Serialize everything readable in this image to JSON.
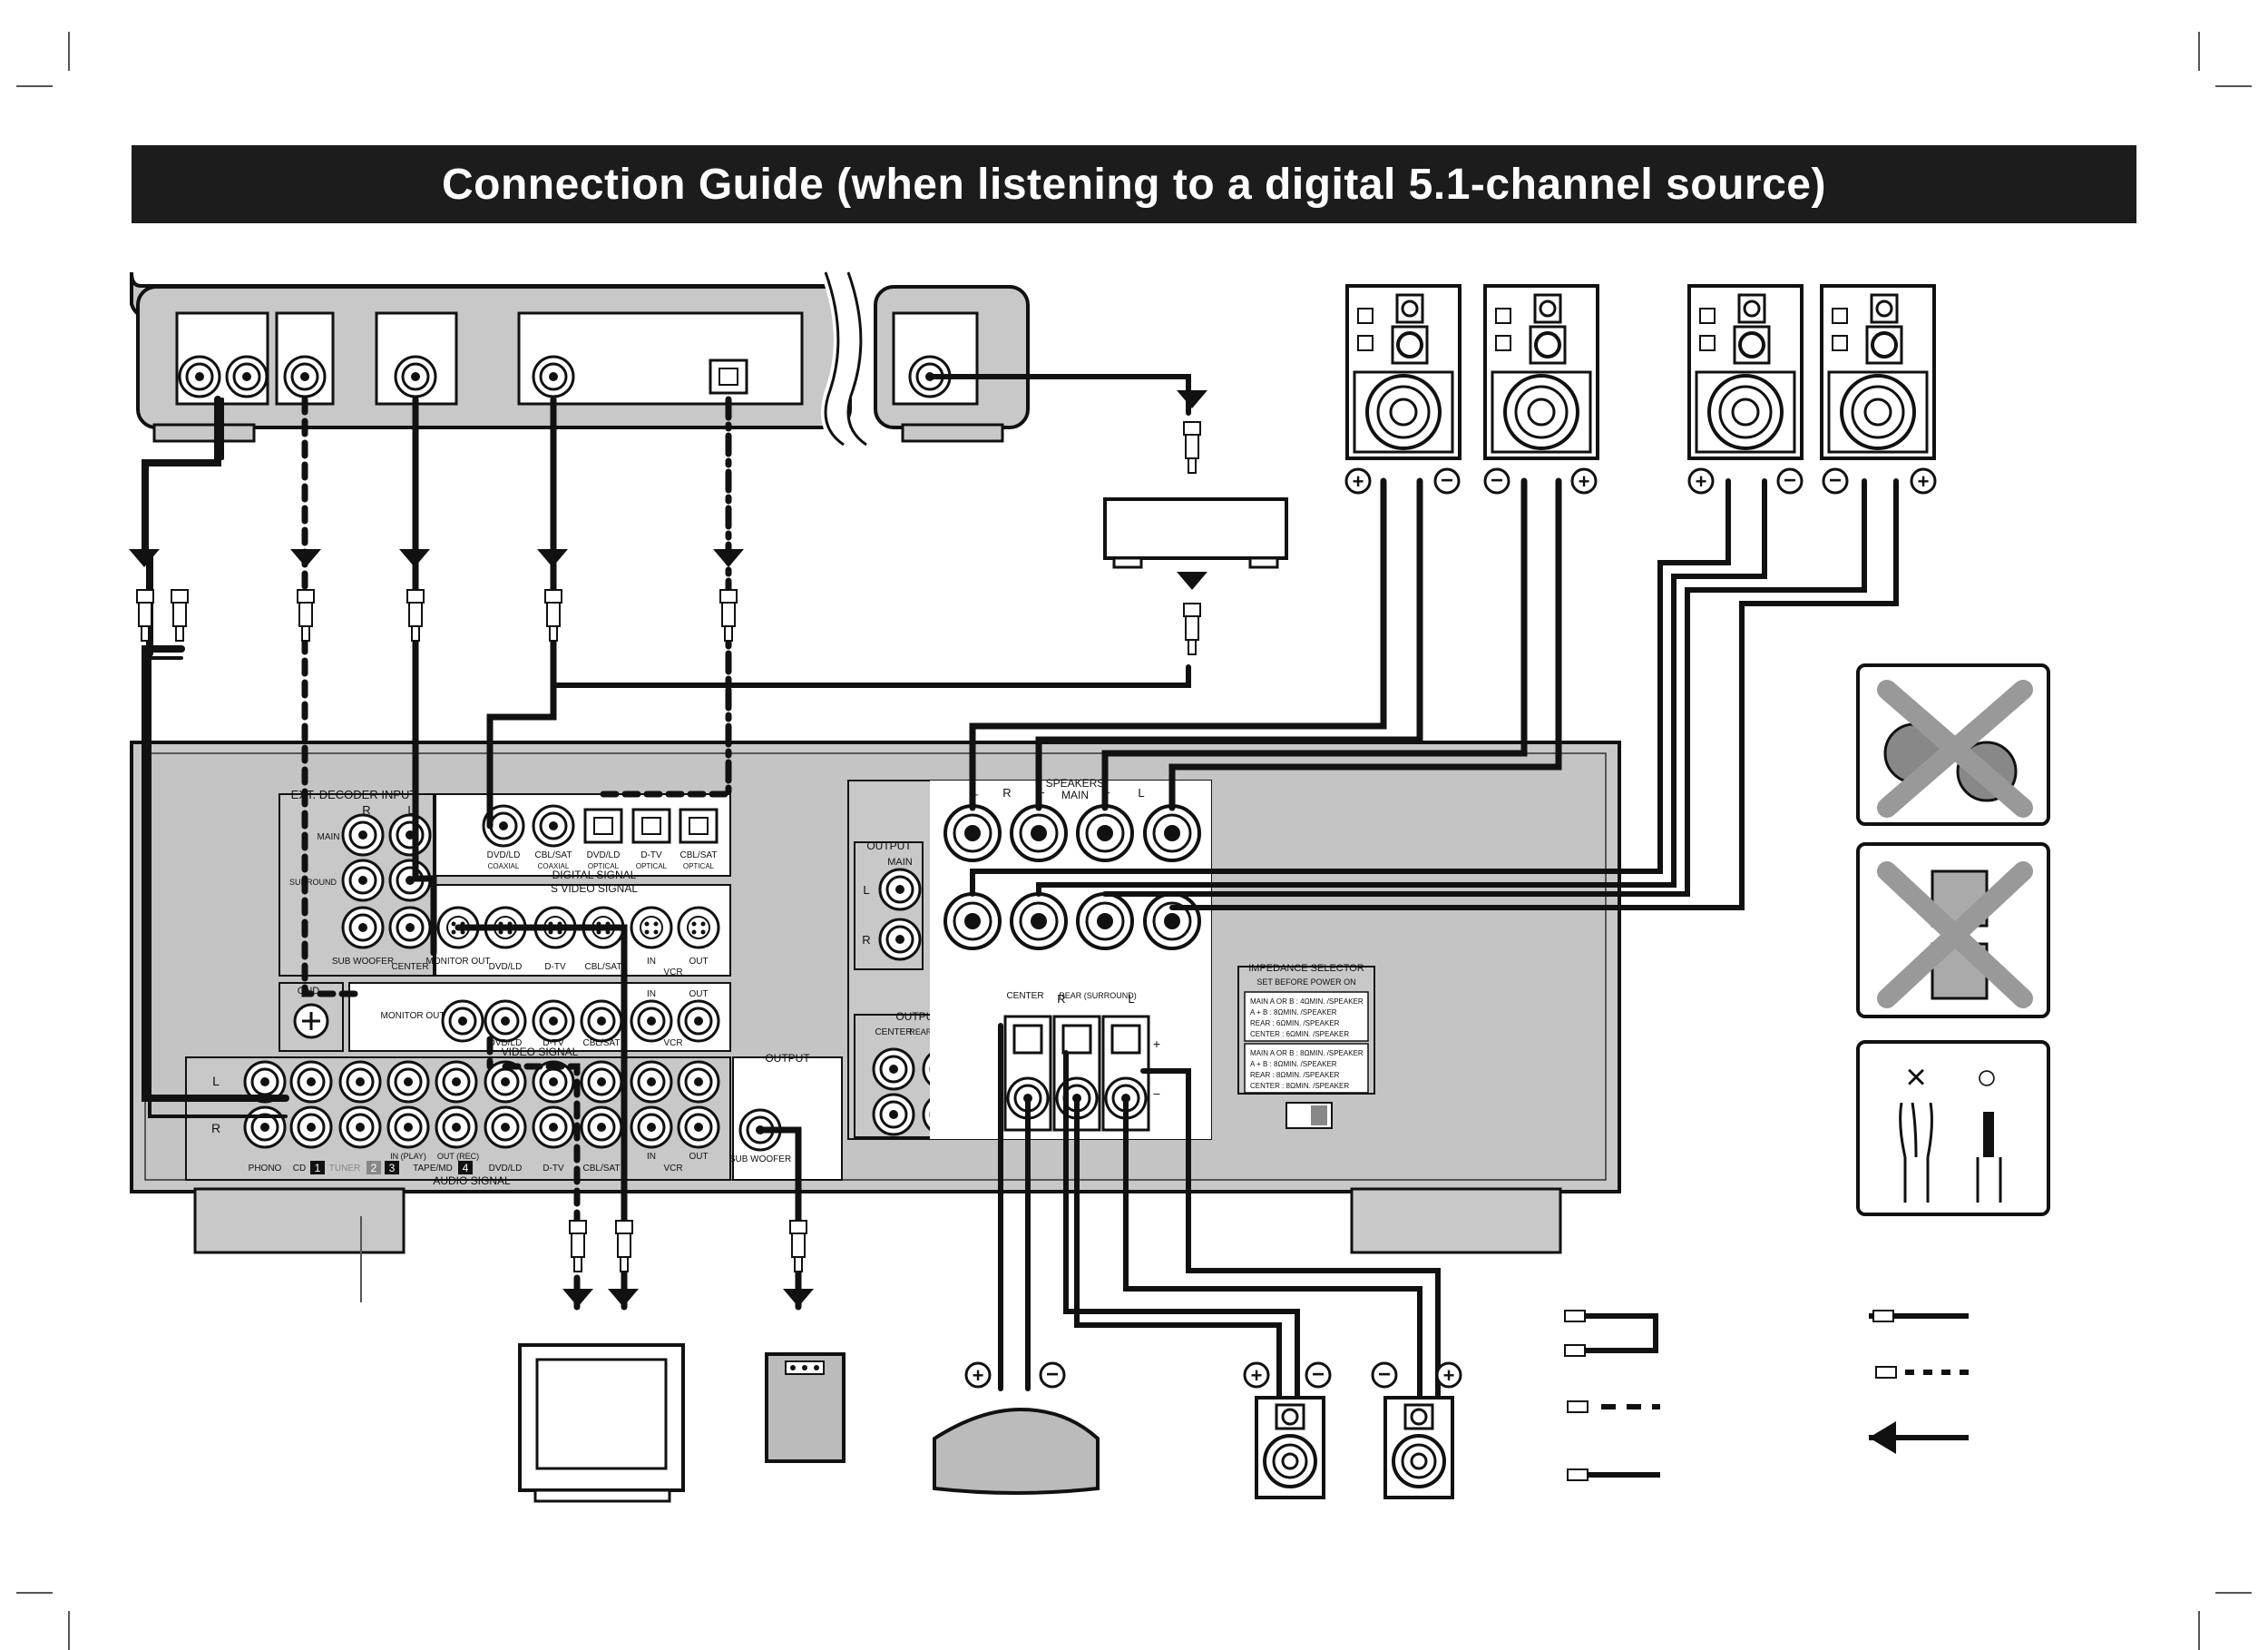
{
  "title": "Connection Guide (when listening to a digital 5.1-channel source)",
  "colors": {
    "panel": "#c8c8c8",
    "panel_dark": "#b4b4b4",
    "ink": "#111111",
    "title_bg": "#1c1c1c",
    "white_area": "#ffffff"
  },
  "receiver": {
    "ext_decoder_input": "EXT. DECODER INPUT",
    "main": "MAIN",
    "surround": "SURROUND",
    "sub_woofer": "SUB WOOFER",
    "center": "CENTER",
    "monitor_out": "MONITOR OUT",
    "gnd": "GND",
    "r": "R",
    "l": "L",
    "digital_signal": "DIGITAL SIGNAL",
    "s_video_signal": "S VIDEO SIGNAL",
    "video_signal": "VIDEO SIGNAL",
    "audio_signal": "AUDIO SIGNAL",
    "dvd_ld_coaxial_1": "DVD/LD",
    "dvd_ld_coaxial_2": "COAXIAL",
    "cbl_sat_coaxial_1": "CBL/SAT",
    "cbl_sat_coaxial_2": "COAXIAL",
    "dvd_ld_optical_1": "DVD/LD",
    "dvd_ld_optical_2": "OPTICAL",
    "dtv_optical_1": "D-TV",
    "dtv_optical_2": "OPTICAL",
    "cbl_sat_optical_1": "CBL/SAT",
    "cbl_sat_optical_2": "OPTICAL",
    "dvd_ld": "DVD/LD",
    "d_tv": "D-TV",
    "cbl_sat": "CBL/SAT",
    "in": "IN",
    "out": "OUT",
    "vcr": "VCR",
    "phono": "PHONO",
    "cd": "CD",
    "tuner": "TUNER",
    "tape_md": "TAPE/MD",
    "in_play": "IN (PLAY)",
    "out_rec": "OUT (REC)",
    "num1": "1",
    "num2": "2",
    "num3": "3",
    "num4": "4",
    "output": "OUTPUT",
    "rear_surround": "REAR (SURROUND)",
    "speakers": "SPEAKERS",
    "plus": "+",
    "minus": "−",
    "impedance_selector": "IMPEDANCE SELECTOR",
    "set_before_power_on": "SET BEFORE POWER ON",
    "imp_1a": "MAIN A OR B : 4ΩMIN. /SPEAKER",
    "imp_1b": "A + B : 8ΩMIN. /SPEAKER",
    "imp_1c": "REAR : 6ΩMIN. /SPEAKER",
    "imp_1d": "CENTER : 6ΩMIN. /SPEAKER",
    "imp_2a": "MAIN A OR B : 8ΩMIN. /SPEAKER",
    "imp_2b": "A + B : 8ΩMIN. /SPEAKER",
    "imp_2c": "REAR : 8ΩMIN. /SPEAKER",
    "imp_2d": "CENTER : 8ΩMIN. /SPEAKER"
  },
  "wiring_tips": {
    "wrong": "×",
    "right": "○"
  }
}
